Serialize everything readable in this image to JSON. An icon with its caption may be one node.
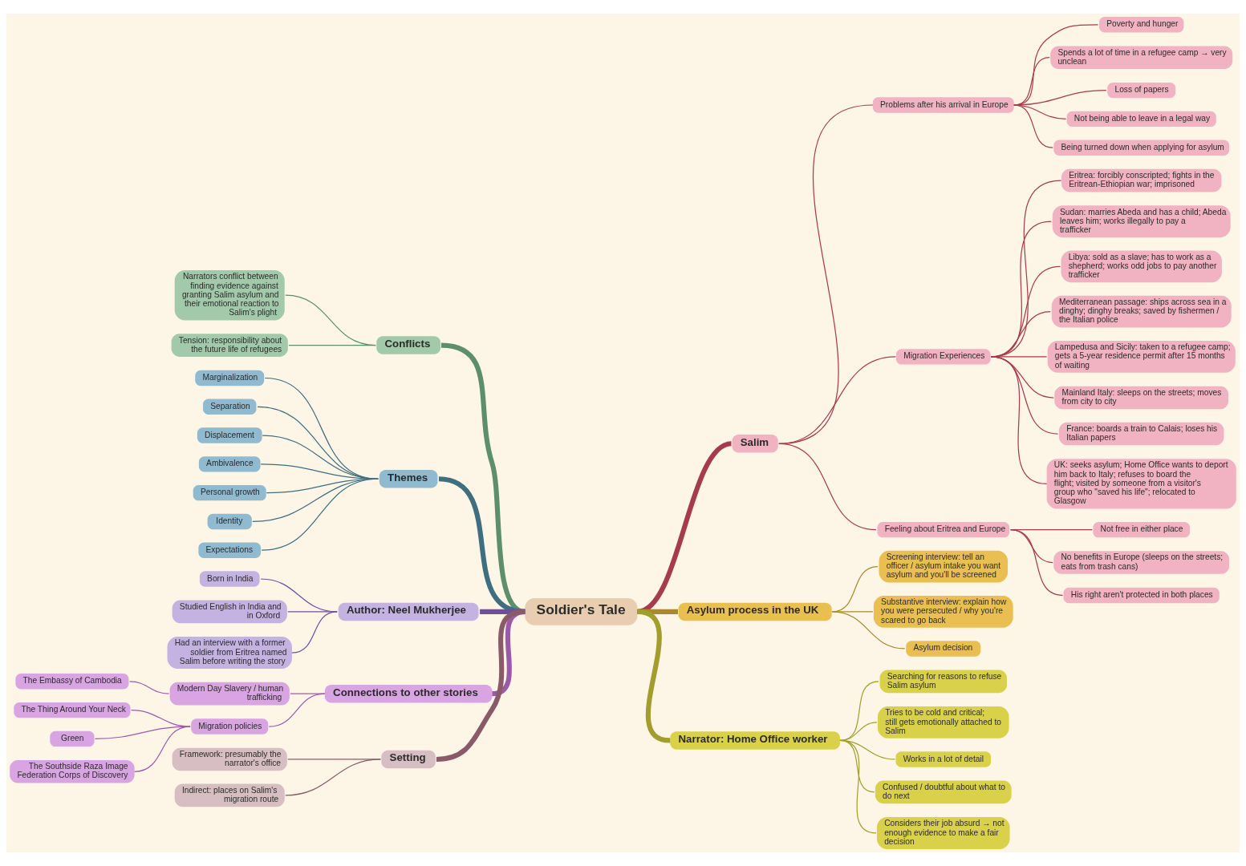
{
  "diagram": {
    "nodes": [
      {
        "text": [
          "Soldier's Tale"
        ]
      },
      {
        "text": [
          "Conflicts"
        ]
      },
      {
        "text": [
          "Narrators conflict between finding evidence against granting Salim asylum and their emotional reaction to Salim's plight"
        ]
      },
      {
        "text": [
          "Tension: responsibility about the future life of refugees"
        ]
      },
      {
        "text": [
          "Themes"
        ]
      },
      {
        "text": [
          "Marginalization"
        ]
      },
      {
        "text": [
          "Separation"
        ]
      },
      {
        "text": [
          "Displacement"
        ]
      },
      {
        "text": [
          "Ambivalence"
        ]
      },
      {
        "text": [
          "Personal growth"
        ]
      },
      {
        "text": [
          "Identity"
        ]
      },
      {
        "text": [
          "Expectations"
        ]
      },
      {
        "text": [
          "Author: Neel Mukherjee"
        ]
      },
      {
        "text": [
          "Born in India"
        ]
      },
      {
        "text": [
          "Studied English in India and in Oxford"
        ]
      },
      {
        "text": [
          "Had an interview with a former soldier from Eritrea named Salim before writing the story"
        ]
      },
      {
        "text": [
          "Connections to other stories"
        ]
      },
      {
        "text": [
          "Modern Day Slavery / human trafficking"
        ]
      },
      {
        "text": [
          "The Embassy of Cambodia"
        ]
      },
      {
        "text": [
          "Migration policies"
        ]
      },
      {
        "text": [
          "The Thing Around Your Neck"
        ]
      },
      {
        "text": [
          "Green"
        ]
      },
      {
        "text": [
          "The Southside Raza Image Federation Corps of Discovery"
        ]
      },
      {
        "text": [
          "Setting"
        ]
      },
      {
        "text": [
          "Framework: presumably the narrator's office"
        ]
      },
      {
        "text": [
          "Indirect: places on Salim's migration route"
        ]
      },
      {
        "text": [
          "Salim"
        ]
      },
      {
        "text": [
          "Problems after his arrival in Europe"
        ]
      },
      {
        "text": [
          "Poverty and hunger"
        ]
      },
      {
        "text": [
          "Spends a lot of time in a refugee camp → very unclean"
        ]
      },
      {
        "text": [
          "Loss of papers"
        ]
      },
      {
        "text": [
          "Not being able to leave in a legal way"
        ]
      },
      {
        "text": [
          "Being turned down when applying for asylum"
        ]
      },
      {
        "text": [
          "Migration Experiences"
        ]
      },
      {
        "text": [
          "Eritrea: forcibly conscripted; fights in the Eritrean-Ethiopian war; imprisoned"
        ]
      },
      {
        "text": [
          "Sudan: marries Abeda and has a child; Abeda leaves him; works illegally to pay a trafficker"
        ]
      },
      {
        "text": [
          "Libya: sold as a slave; has to work as a shepherd; works odd jobs to pay another trafficker"
        ]
      },
      {
        "text": [
          "Mediterranean passage: ships across sea in a dinghy; dinghy breaks; saved by fishermen / the Italian police"
        ]
      },
      {
        "text": [
          "Lampedusa and Sicily: taken to a refugee camp; gets a 5-year residence permit after 15 months of waiting"
        ]
      },
      {
        "text": [
          "Mainland Italy: sleeps on the streets; moves from city to city"
        ]
      },
      {
        "text": [
          "France: boards a train to Calais; loses his Italian papers"
        ]
      },
      {
        "text": [
          "UK: seeks asylum; Home Office wants to deport him back to Italy; refuses to board the flight; visited by someone from a visitor's group who \"saved his life\"; relocated to Glasgow"
        ]
      },
      {
        "text": [
          "Feeling about Eritrea and Europe"
        ]
      },
      {
        "text": [
          "Not free in either place"
        ]
      },
      {
        "text": [
          "No benefits in Europe (sleeps on the streets; eats from trash cans)"
        ]
      },
      {
        "text": [
          "His right aren't protected in both places"
        ]
      },
      {
        "text": [
          "Asylum process in the UK"
        ]
      },
      {
        "text": [
          "Screening interview: tell an officer / asylum intake you want asylum and you'll be screened"
        ]
      },
      {
        "text": [
          "Substantive interview: explain how you were persecuted / why you're scared to go back"
        ]
      },
      {
        "text": [
          "Asylum decision"
        ]
      },
      {
        "text": [
          "Narrator: Home Office worker"
        ]
      },
      {
        "text": [
          "Searching for reasons to refuse Salim asylum"
        ]
      },
      {
        "text": [
          "Tries to be cold and critical; still gets emotionally attached to Salim"
        ]
      },
      {
        "text": [
          "Works in a lot of detail"
        ]
      },
      {
        "text": [
          "Confused / doubtful about what to do next"
        ]
      },
      {
        "text": [
          "Considers their job absurd → not enough evidence to make a fair decision"
        ]
      }
    ],
    "edges": [
      {
        "from": 0,
        "to": 1,
        "arrow": "none",
        "style": "thick",
        "color": "#5e8f6c"
      },
      {
        "from": 1,
        "to": 2,
        "arrow": "none",
        "color": "#5e8f6c"
      },
      {
        "from": 1,
        "to": 3,
        "arrow": "none",
        "color": "#5e8f6c"
      },
      {
        "from": 0,
        "to": 4,
        "arrow": "none",
        "style": "thick",
        "color": "#3f6e80"
      },
      {
        "from": 4,
        "to": 5,
        "arrow": "none",
        "color": "#3f6e80"
      },
      {
        "from": 4,
        "to": 6,
        "arrow": "none",
        "color": "#3f6e80"
      },
      {
        "from": 4,
        "to": 7,
        "arrow": "none",
        "color": "#3f6e80"
      },
      {
        "from": 4,
        "to": 8,
        "arrow": "none",
        "color": "#3f6e80"
      },
      {
        "from": 4,
        "to": 9,
        "arrow": "none",
        "color": "#3f6e80"
      },
      {
        "from": 4,
        "to": 10,
        "arrow": "none",
        "color": "#3f6e80"
      },
      {
        "from": 4,
        "to": 11,
        "arrow": "none",
        "color": "#3f6e80"
      },
      {
        "from": 0,
        "to": 12,
        "arrow": "none",
        "style": "thick",
        "color": "#6f4f9a"
      },
      {
        "from": 12,
        "to": 13,
        "arrow": "none",
        "color": "#6f4f9a"
      },
      {
        "from": 12,
        "to": 14,
        "arrow": "none",
        "color": "#6f4f9a"
      },
      {
        "from": 12,
        "to": 15,
        "arrow": "none",
        "color": "#6f4f9a"
      },
      {
        "from": 0,
        "to": 16,
        "arrow": "none",
        "style": "thick",
        "color": "#9b5aa8"
      },
      {
        "from": 16,
        "to": 17,
        "arrow": "none",
        "color": "#9b5aa8"
      },
      {
        "from": 17,
        "to": 18,
        "arrow": "none",
        "color": "#9b5aa8"
      },
      {
        "from": 16,
        "to": 19,
        "arrow": "none",
        "color": "#9b5aa8"
      },
      {
        "from": 19,
        "to": 20,
        "arrow": "none",
        "color": "#9b5aa8"
      },
      {
        "from": 19,
        "to": 21,
        "arrow": "none",
        "color": "#9b5aa8"
      },
      {
        "from": 19,
        "to": 22,
        "arrow": "none",
        "color": "#9b5aa8"
      },
      {
        "from": 0,
        "to": 23,
        "arrow": "none",
        "style": "thick",
        "color": "#8a5a68"
      },
      {
        "from": 23,
        "to": 24,
        "arrow": "none",
        "color": "#8a5a68"
      },
      {
        "from": 23,
        "to": 25,
        "arrow": "none",
        "color": "#8a5a68"
      },
      {
        "from": 0,
        "to": 26,
        "arrow": "none",
        "style": "thick"
      },
      {
        "from": 26,
        "to": 27,
        "arrow": "none"
      },
      {
        "from": 27,
        "to": 28,
        "arrow": "none"
      },
      {
        "from": 27,
        "to": 29,
        "arrow": "none"
      },
      {
        "from": 27,
        "to": 30,
        "arrow": "none"
      },
      {
        "from": 27,
        "to": 31,
        "arrow": "none"
      },
      {
        "from": 27,
        "to": 32,
        "arrow": "none"
      },
      {
        "from": 26,
        "to": 33,
        "arrow": "none"
      },
      {
        "from": 33,
        "to": 34,
        "arrow": "none"
      },
      {
        "from": 33,
        "to": 35,
        "arrow": "none"
      },
      {
        "from": 33,
        "to": 36,
        "arrow": "none"
      },
      {
        "from": 33,
        "to": 37,
        "arrow": "none"
      },
      {
        "from": 33,
        "to": 38,
        "arrow": "none"
      },
      {
        "from": 33,
        "to": 39,
        "arrow": "none"
      },
      {
        "from": 33,
        "to": 40,
        "arrow": "none"
      },
      {
        "from": 33,
        "to": 41,
        "arrow": "none"
      },
      {
        "from": 26,
        "to": 42,
        "arrow": "none"
      },
      {
        "from": 42,
        "to": 43,
        "arrow": "none"
      },
      {
        "from": 42,
        "to": 44,
        "arrow": "none"
      },
      {
        "from": 42,
        "to": 45,
        "arrow": "none"
      },
      {
        "from": 0,
        "to": 46,
        "arrow": "none",
        "style": "thick",
        "color": "#a88a2c"
      },
      {
        "from": 46,
        "to": 47,
        "arrow": "none",
        "color": "#a88a2c"
      },
      {
        "from": 46,
        "to": 48,
        "arrow": "none",
        "color": "#a88a2c"
      },
      {
        "from": 46,
        "to": 49,
        "arrow": "none",
        "color": "#a88a2c"
      },
      {
        "from": 0,
        "to": 50,
        "arrow": "none",
        "style": "thick",
        "color": "#a29e2e"
      },
      {
        "from": 50,
        "to": 51,
        "arrow": "none",
        "color": "#a29e2e"
      },
      {
        "from": 50,
        "to": 52,
        "arrow": "none",
        "color": "#a29e2e"
      },
      {
        "from": 50,
        "to": 53,
        "arrow": "none",
        "color": "#a29e2e"
      },
      {
        "from": 50,
        "to": 54,
        "arrow": "none",
        "color": "#a29e2e"
      },
      {
        "from": 50,
        "to": 55,
        "arrow": "none",
        "color": "#a29e2e"
      }
    ]
  }
}
